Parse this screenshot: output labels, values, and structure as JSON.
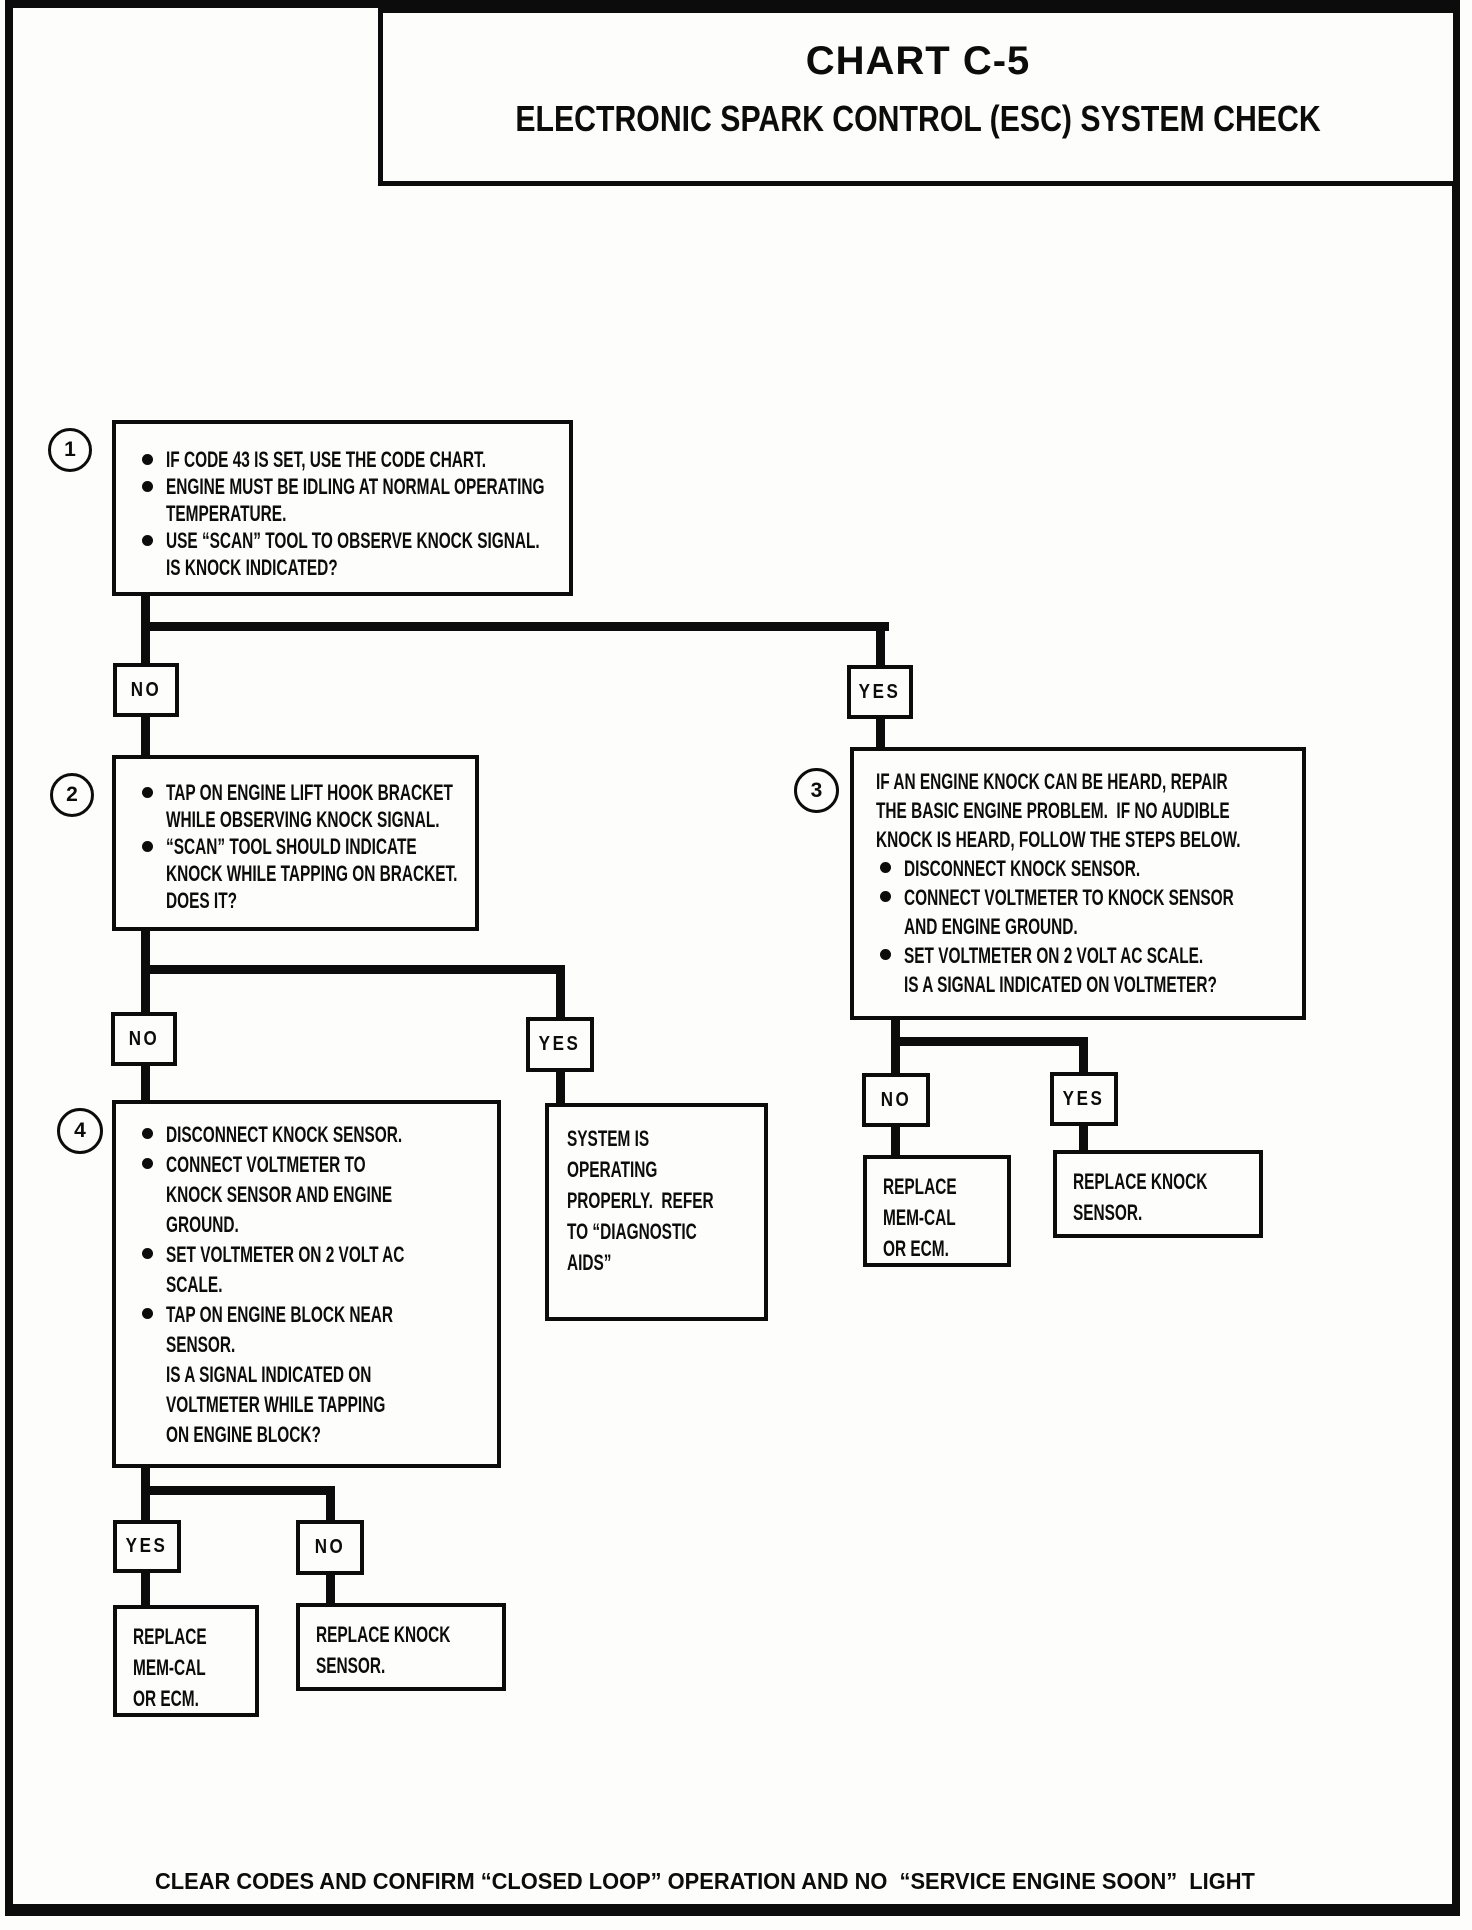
{
  "header": {
    "title": "CHART C-5",
    "subtitle": "ELECTRONIC SPARK CONTROL (ESC) SYSTEM CHECK"
  },
  "flow": {
    "step1": {
      "number": "1",
      "bullets": [
        [
          "IF CODE 43 IS SET, USE THE CODE CHART."
        ],
        [
          "ENGINE MUST BE IDLING AT NORMAL OPERATING",
          "TEMPERATURE."
        ],
        [
          "USE “SCAN” TOOL TO OBSERVE KNOCK SIGNAL.",
          "IS KNOCK INDICATED?"
        ]
      ]
    },
    "step2": {
      "number": "2",
      "bullets": [
        [
          "TAP ON ENGINE LIFT HOOK BRACKET",
          "WHILE OBSERVING KNOCK SIGNAL."
        ],
        [
          "“SCAN” TOOL SHOULD INDICATE",
          "KNOCK WHILE TAPPING ON BRACKET.",
          "DOES IT?"
        ]
      ]
    },
    "step3": {
      "number": "3",
      "intro": [
        "IF AN ENGINE KNOCK CAN BE HEARD, REPAIR",
        "THE BASIC ENGINE PROBLEM.  IF NO AUDIBLE",
        "KNOCK IS HEARD, FOLLOW THE STEPS BELOW."
      ],
      "bullets": [
        [
          "DISCONNECT KNOCK SENSOR."
        ],
        [
          "CONNECT VOLTMETER TO KNOCK SENSOR",
          "AND ENGINE GROUND."
        ],
        [
          "SET VOLTMETER ON 2 VOLT AC SCALE.",
          "IS A SIGNAL INDICATED ON VOLTMETER?"
        ]
      ]
    },
    "step4": {
      "number": "4",
      "bullets": [
        [
          "DISCONNECT KNOCK SENSOR."
        ],
        [
          "CONNECT VOLTMETER TO",
          "KNOCK SENSOR AND ENGINE",
          "GROUND."
        ],
        [
          "SET VOLTMETER ON 2 VOLT AC",
          "SCALE."
        ],
        [
          "TAP ON ENGINE BLOCK NEAR",
          "SENSOR.",
          "IS A SIGNAL INDICATED ON",
          "VOLTMETER WHILE TAPPING",
          "ON ENGINE BLOCK?"
        ]
      ]
    }
  },
  "decisions": {
    "no": "NO",
    "yes": "YES"
  },
  "outcomes": {
    "system_ok": [
      "SYSTEM IS",
      "OPERATING",
      "PROPERLY.  REFER",
      "TO “DIAGNOSTIC",
      "AIDS”"
    ],
    "replace_memcal": [
      "REPLACE",
      "MEM-CAL",
      "OR ECM."
    ],
    "replace_knock": [
      "REPLACE KNOCK",
      "SENSOR."
    ]
  },
  "footer": {
    "note": "CLEAR CODES AND CONFIRM “CLOSED LOOP” OPERATION AND NO  “SERVICE ENGINE SOON”  LIGHT"
  }
}
